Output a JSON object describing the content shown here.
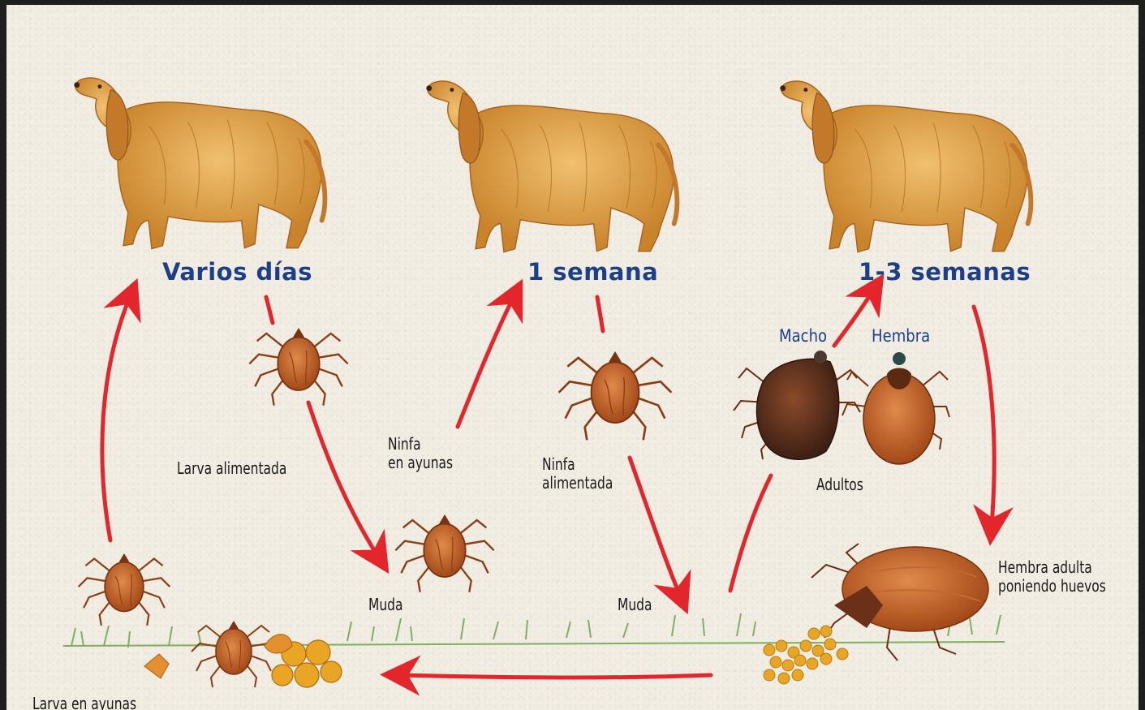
{
  "stages": {
    "stage1": "Varios días",
    "stage2": "1 semana",
    "stage3": "1-3 semanas"
  },
  "labels": {
    "larva_alimentada": "Larva alimentada",
    "ninfa_en_ayunas": "Ninfa\nen ayunas",
    "ninfa_alimentada": "Ninfa\nalimentada",
    "muda1": "Muda",
    "muda2": "Muda",
    "macho": "Macho",
    "hembra": "Hembra",
    "adultos": "Adultos",
    "hembra_adulta": "Hembra adulta\nponiendo huevos",
    "larva_en_ayunas": "Larva en ayunas"
  },
  "colors": {
    "arrow": "#e3262b",
    "stage_text": "#1c3f86",
    "tick": "#b9581f",
    "dog": "#d9962f",
    "grass": "#6aa64a",
    "egg": "#e8a624"
  }
}
